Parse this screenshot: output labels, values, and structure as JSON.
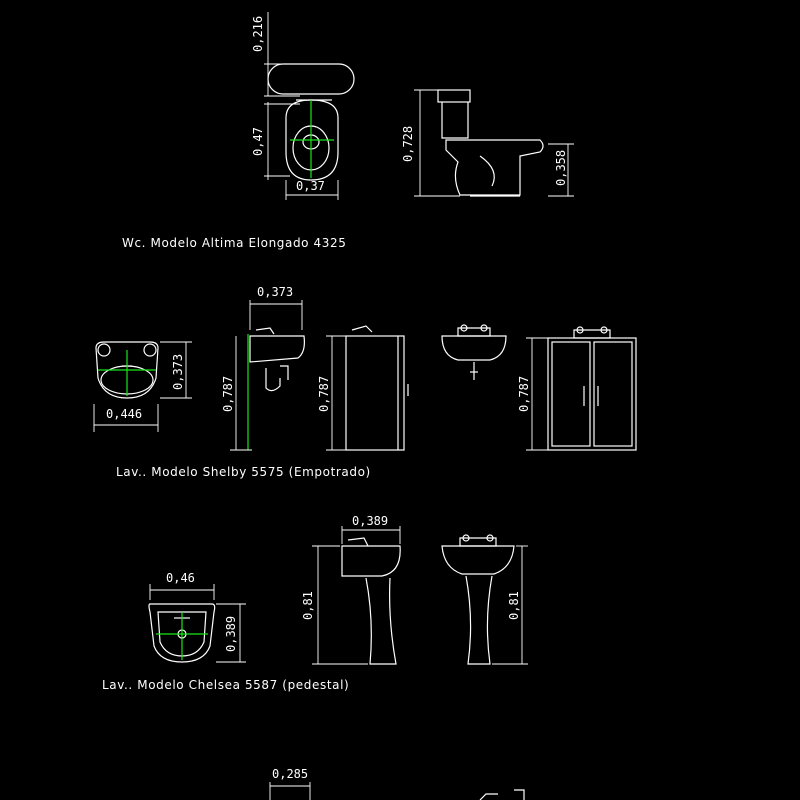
{
  "blocks": {
    "wc": {
      "caption": "Wc. Modelo Altima Elongado 4325",
      "dims": {
        "tank_depth": "0,216",
        "bowl_length": "0,47",
        "bowl_width": "0,37",
        "total_height": "0,728",
        "seat_height": "0,358"
      }
    },
    "shelby": {
      "caption": "Lav.. Modelo Shelby 5575 (Empotrado)",
      "dims": {
        "plan_depth": "0,373",
        "plan_width": "0,446",
        "side_depth": "0,373",
        "height_side": "0,787",
        "height_cabinet_side": "0,787",
        "height_cabinet_front": "0,787"
      }
    },
    "chelsea": {
      "caption": "Lav.. Modelo Chelsea 5587 (pedestal)",
      "dims": {
        "plan_width": "0,46",
        "plan_depth": "0,389",
        "side_depth": "0,389",
        "height_side": "0,81",
        "height_front": "0,81"
      }
    },
    "partial": {
      "dims": {
        "width": "0,285"
      }
    }
  },
  "colors": {
    "background": "#000000",
    "lines": "#ffffff",
    "axes": "#19e619"
  }
}
